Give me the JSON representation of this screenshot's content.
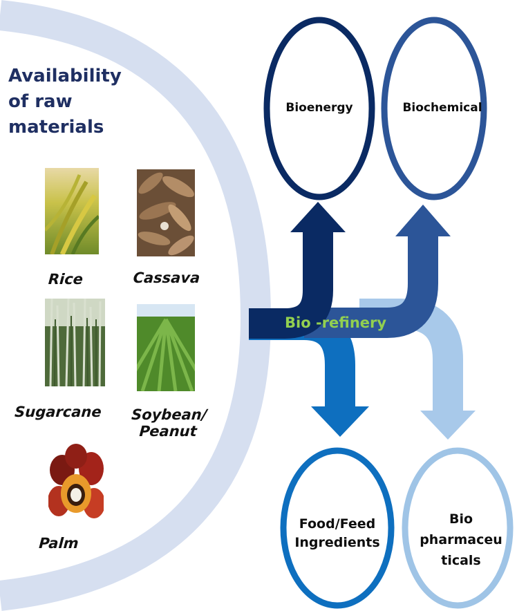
{
  "raw_materials": {
    "heading": "Availability\nof raw\nmaterials",
    "crops": [
      {
        "label": "Rice",
        "image": "rice-plant-photo"
      },
      {
        "label": "Cassava",
        "image": "cassava-roots-photo"
      },
      {
        "label": "Sugarcane",
        "image": "sugarcane-field-photo"
      },
      {
        "label": "Soybean/\nPeanut",
        "image": "soybean-field-photo"
      },
      {
        "label": "Palm",
        "image": "palm-fruit-photo"
      }
    ]
  },
  "refinery": {
    "label": "Bio -refinery"
  },
  "products": [
    {
      "label": "Bioenergy",
      "color": "#0a2a63"
    },
    {
      "label": "Biochemical",
      "color": "#2c5598"
    },
    {
      "label": "Food/Feed\nIngredients",
      "color": "#0e6fbf"
    },
    {
      "label": "Bio\npharmaceu\nticals",
      "color": "#9fc4e6"
    }
  ],
  "colors": {
    "raw_materials_arc": "#d6dff0",
    "refinery_text": "#92d050"
  }
}
